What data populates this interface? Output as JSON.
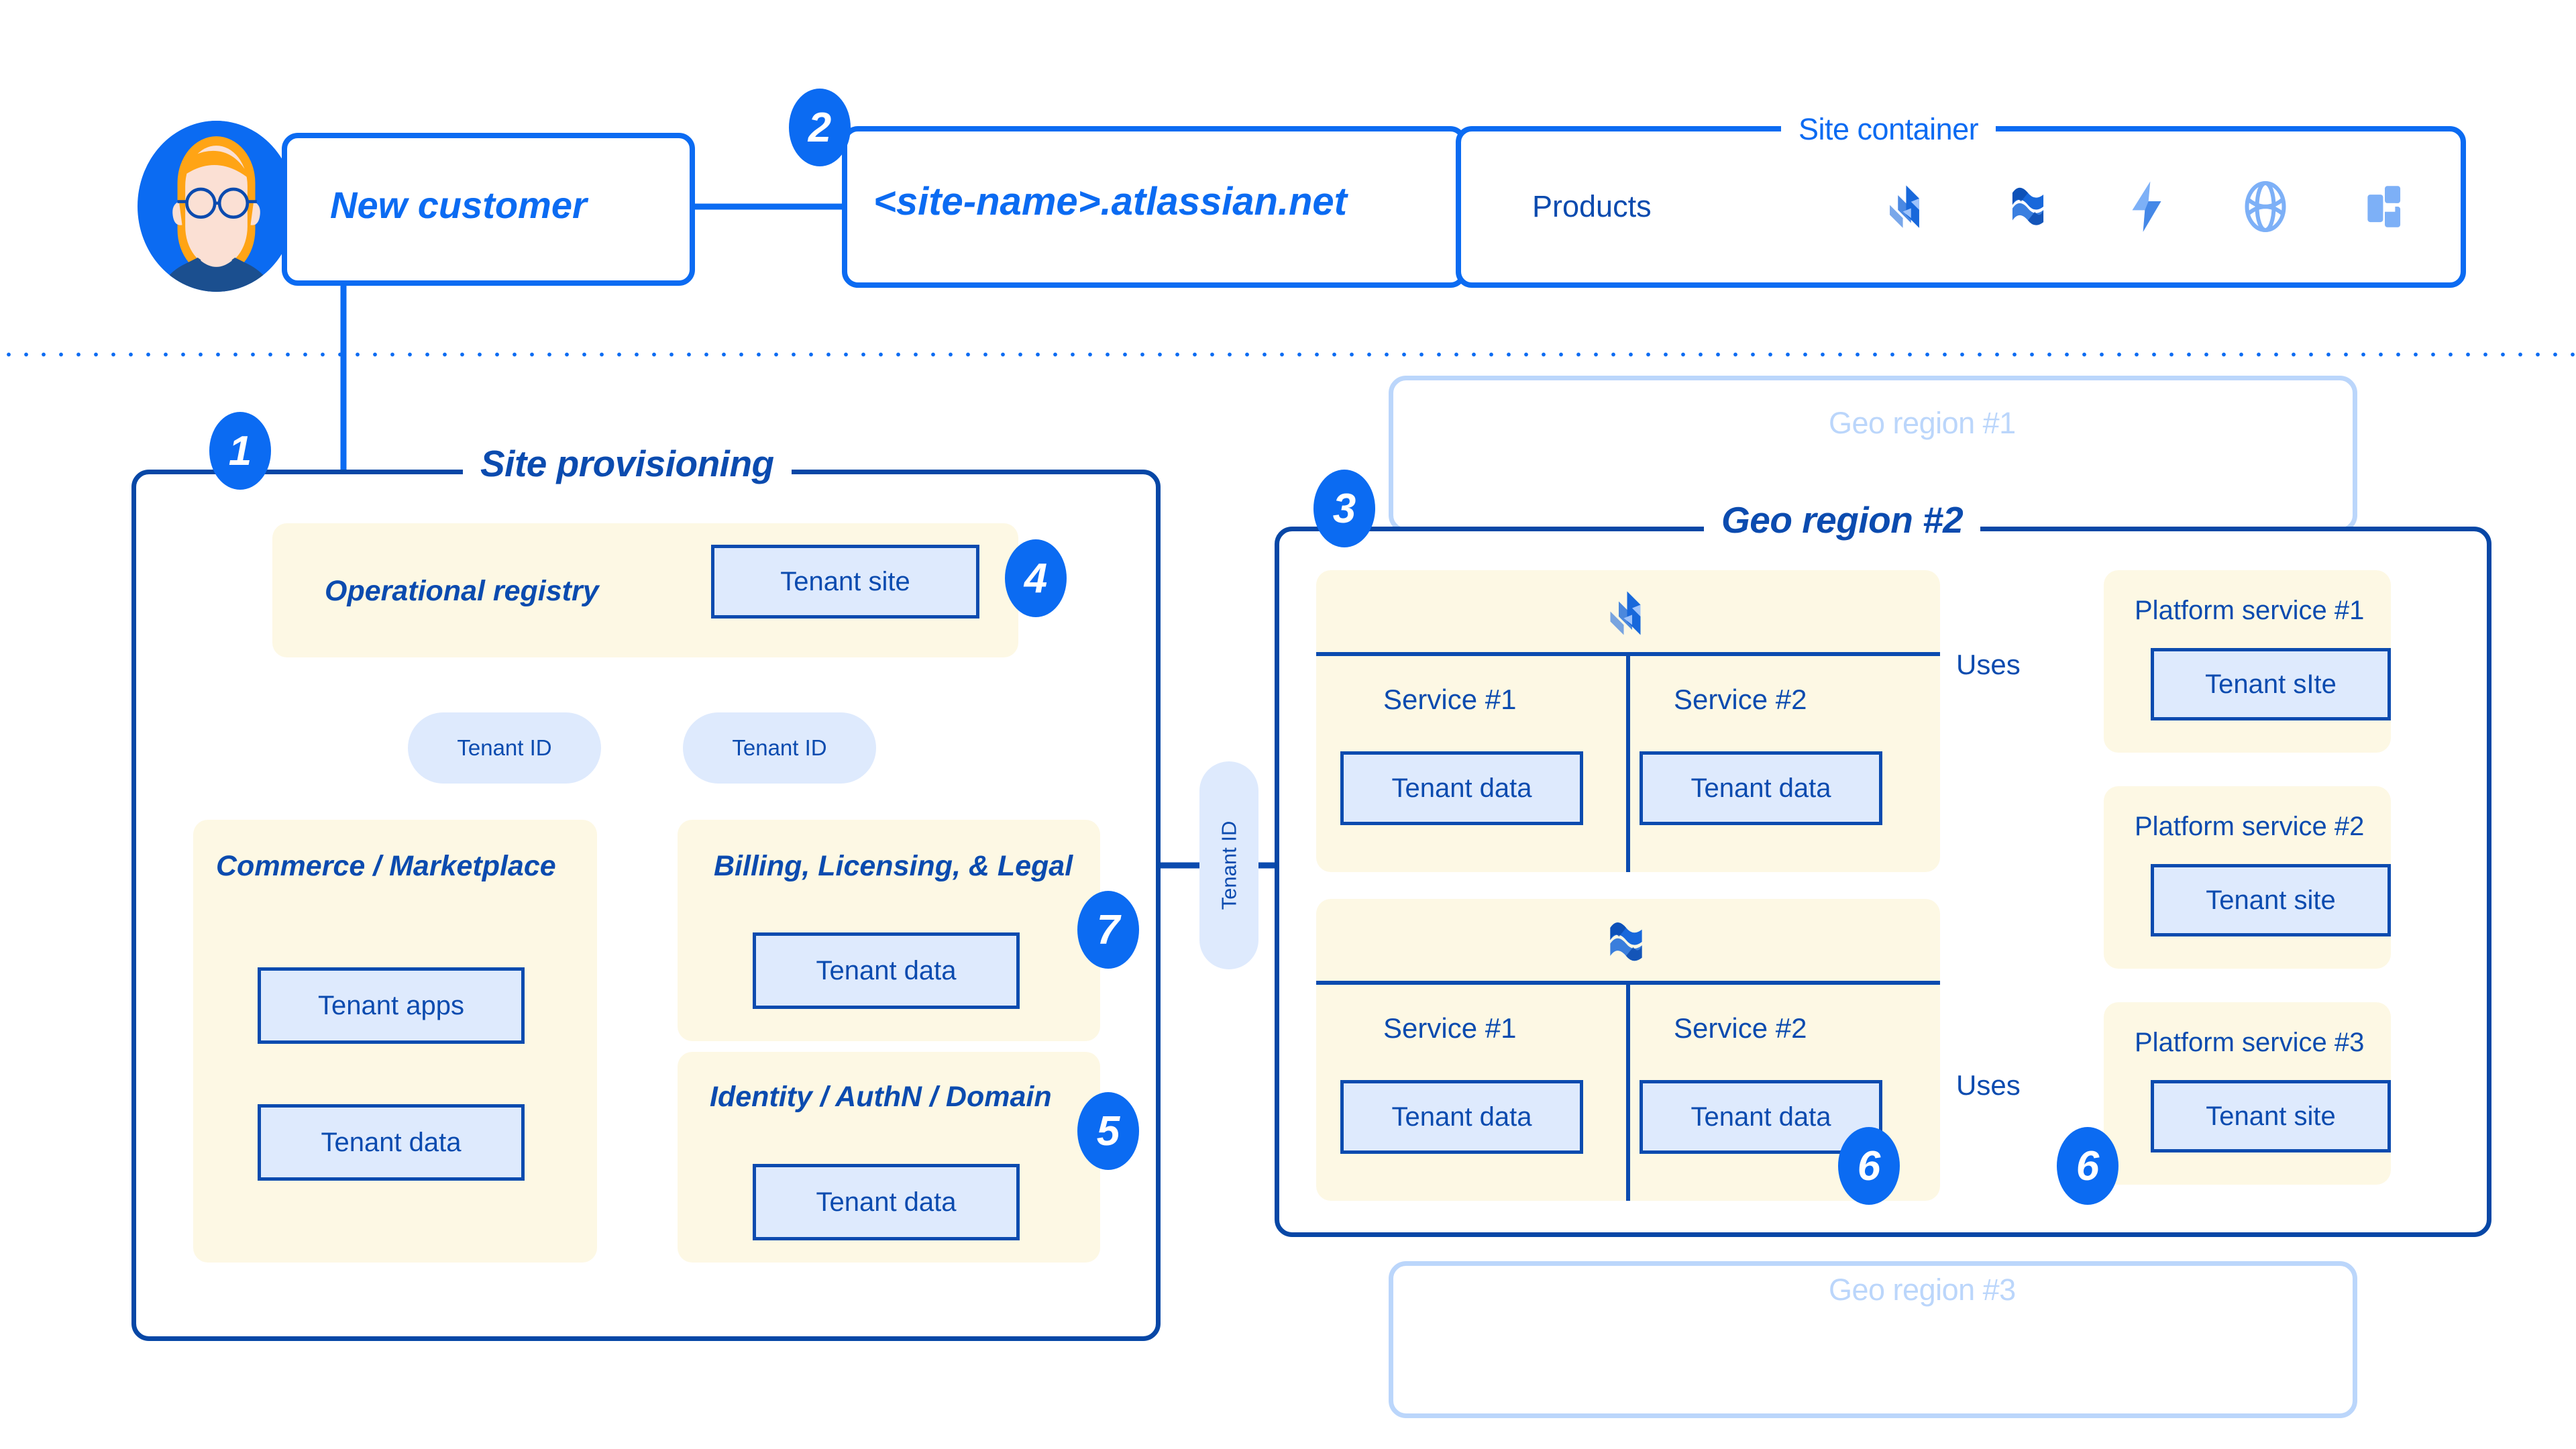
{
  "top": {
    "customer_label": "New customer",
    "site_name_label": "<site-name>.atlassian.net",
    "site_container_title": "Site container",
    "products_label": "Products",
    "avatar_name": "customer-avatar",
    "product_icons": [
      {
        "name": "jira-icon",
        "label": "Jira"
      },
      {
        "name": "confluence-icon",
        "label": "Confluence"
      },
      {
        "name": "jira-service-management-icon",
        "label": "Jira Service Management"
      },
      {
        "name": "atlas-icon",
        "label": "Atlas"
      },
      {
        "name": "compass-icon",
        "label": "Compass"
      }
    ]
  },
  "badges": {
    "b1": "1",
    "b2": "2",
    "b3": "3",
    "b4": "4",
    "b5": "5",
    "b6a": "6",
    "b6b": "6",
    "b7": "7"
  },
  "site_provisioning": {
    "title": "Site provisioning",
    "registry": {
      "title": "Operational registry",
      "tenant_site": "Tenant site"
    },
    "tenant_id_left": "Tenant ID",
    "tenant_id_right": "Tenant ID",
    "commerce": {
      "title": "Commerce / Marketplace",
      "tenant_apps": "Tenant apps",
      "tenant_data": "Tenant data"
    },
    "billing": {
      "title": "Billing, Licensing, & Legal",
      "tenant_data": "Tenant data"
    },
    "identity": {
      "title": "Identity / AuthN / Domain",
      "tenant_data": "Tenant data"
    }
  },
  "bridge": {
    "tenant_id": "Tenant ID"
  },
  "geo": {
    "region1_title": "Geo region #1",
    "region2_title": "Geo region #2",
    "region3_title": "Geo region #3",
    "products": [
      {
        "icon": "jira-icon",
        "services": [
          {
            "name": "Service #1",
            "store": "Tenant data"
          },
          {
            "name": "Service #2",
            "store": "Tenant data"
          }
        ]
      },
      {
        "icon": "confluence-icon",
        "services": [
          {
            "name": "Service #1",
            "store": "Tenant data"
          },
          {
            "name": "Service #2",
            "store": "Tenant data"
          }
        ]
      }
    ],
    "uses_top": "Uses",
    "uses_bottom": "Uses",
    "platform_services": [
      {
        "title": "Platform service #1",
        "store": "Tenant sIte"
      },
      {
        "title": "Platform service #2",
        "store": "Tenant site"
      },
      {
        "title": "Platform service #3",
        "store": "Tenant site"
      }
    ]
  },
  "colors": {
    "bright_blue": "#0B6BF2",
    "deep_blue": "#0B4BAF",
    "panel_border": "#0747A6",
    "ghost_blue": "#BBD6FB",
    "cream": "#FDF8E4",
    "box_fill": "#DEEAFD"
  }
}
